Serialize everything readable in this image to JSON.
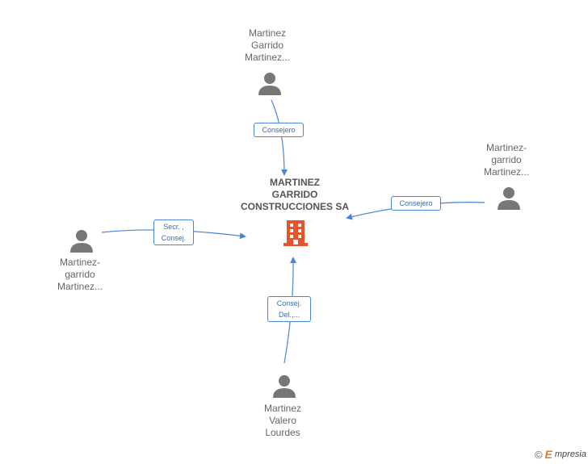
{
  "center": {
    "lines": [
      "MARTINEZ",
      "GARRIDO",
      "CONSTRUCCIONES SA"
    ]
  },
  "nodes": [
    {
      "lines": [
        "Martinez",
        "Garrido",
        "Martinez..."
      ]
    },
    {
      "lines": [
        "Martinez-",
        "garrido",
        "Martinez..."
      ]
    },
    {
      "lines": [
        "Martinez-",
        "garrido",
        "Martinez..."
      ]
    },
    {
      "lines": [
        "Martinez",
        "Valero",
        "Lourdes"
      ]
    }
  ],
  "edges": [
    {
      "lines": [
        "Consejero"
      ]
    },
    {
      "lines": [
        "Consejero"
      ]
    },
    {
      "lines": [
        "Secr. ,",
        "Consej."
      ]
    },
    {
      "lines": [
        "Consej.",
        "Del.,..."
      ]
    }
  ],
  "footer": {
    "copyright": "©",
    "brand_first": "E",
    "brand_rest": "mpresia"
  },
  "colors": {
    "edge": "#4a86d6",
    "person": "#777777",
    "building": "#e8542a"
  }
}
